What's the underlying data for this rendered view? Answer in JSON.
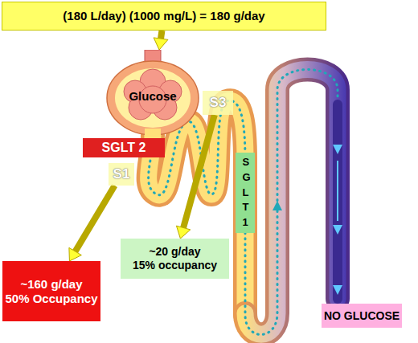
{
  "diagram": {
    "nodes": [
      {
        "text": [
          "(180 L/day) (1000 mg/L) = 180 g/day"
        ]
      },
      {
        "text": [
          "Glucose"
        ]
      },
      {
        "text": [
          "SGLT 2"
        ]
      },
      {
        "text": [
          "S1"
        ]
      },
      {
        "text": [
          "S3"
        ]
      },
      {
        "text": [
          "SGLT1"
        ]
      },
      {
        "text": [
          "~160 g/day",
          "50% Occupancy"
        ]
      },
      {
        "text": [
          "~20 g/day",
          "15% occupancy"
        ]
      },
      {
        "text": [
          "NO GLUCOSE"
        ]
      }
    ],
    "edges": [
      {
        "from": 0,
        "to": 1,
        "arrow": "to"
      },
      {
        "from": 3,
        "to": 6,
        "arrow": "to"
      },
      {
        "from": 4,
        "to": 7,
        "arrow": "to"
      }
    ]
  }
}
